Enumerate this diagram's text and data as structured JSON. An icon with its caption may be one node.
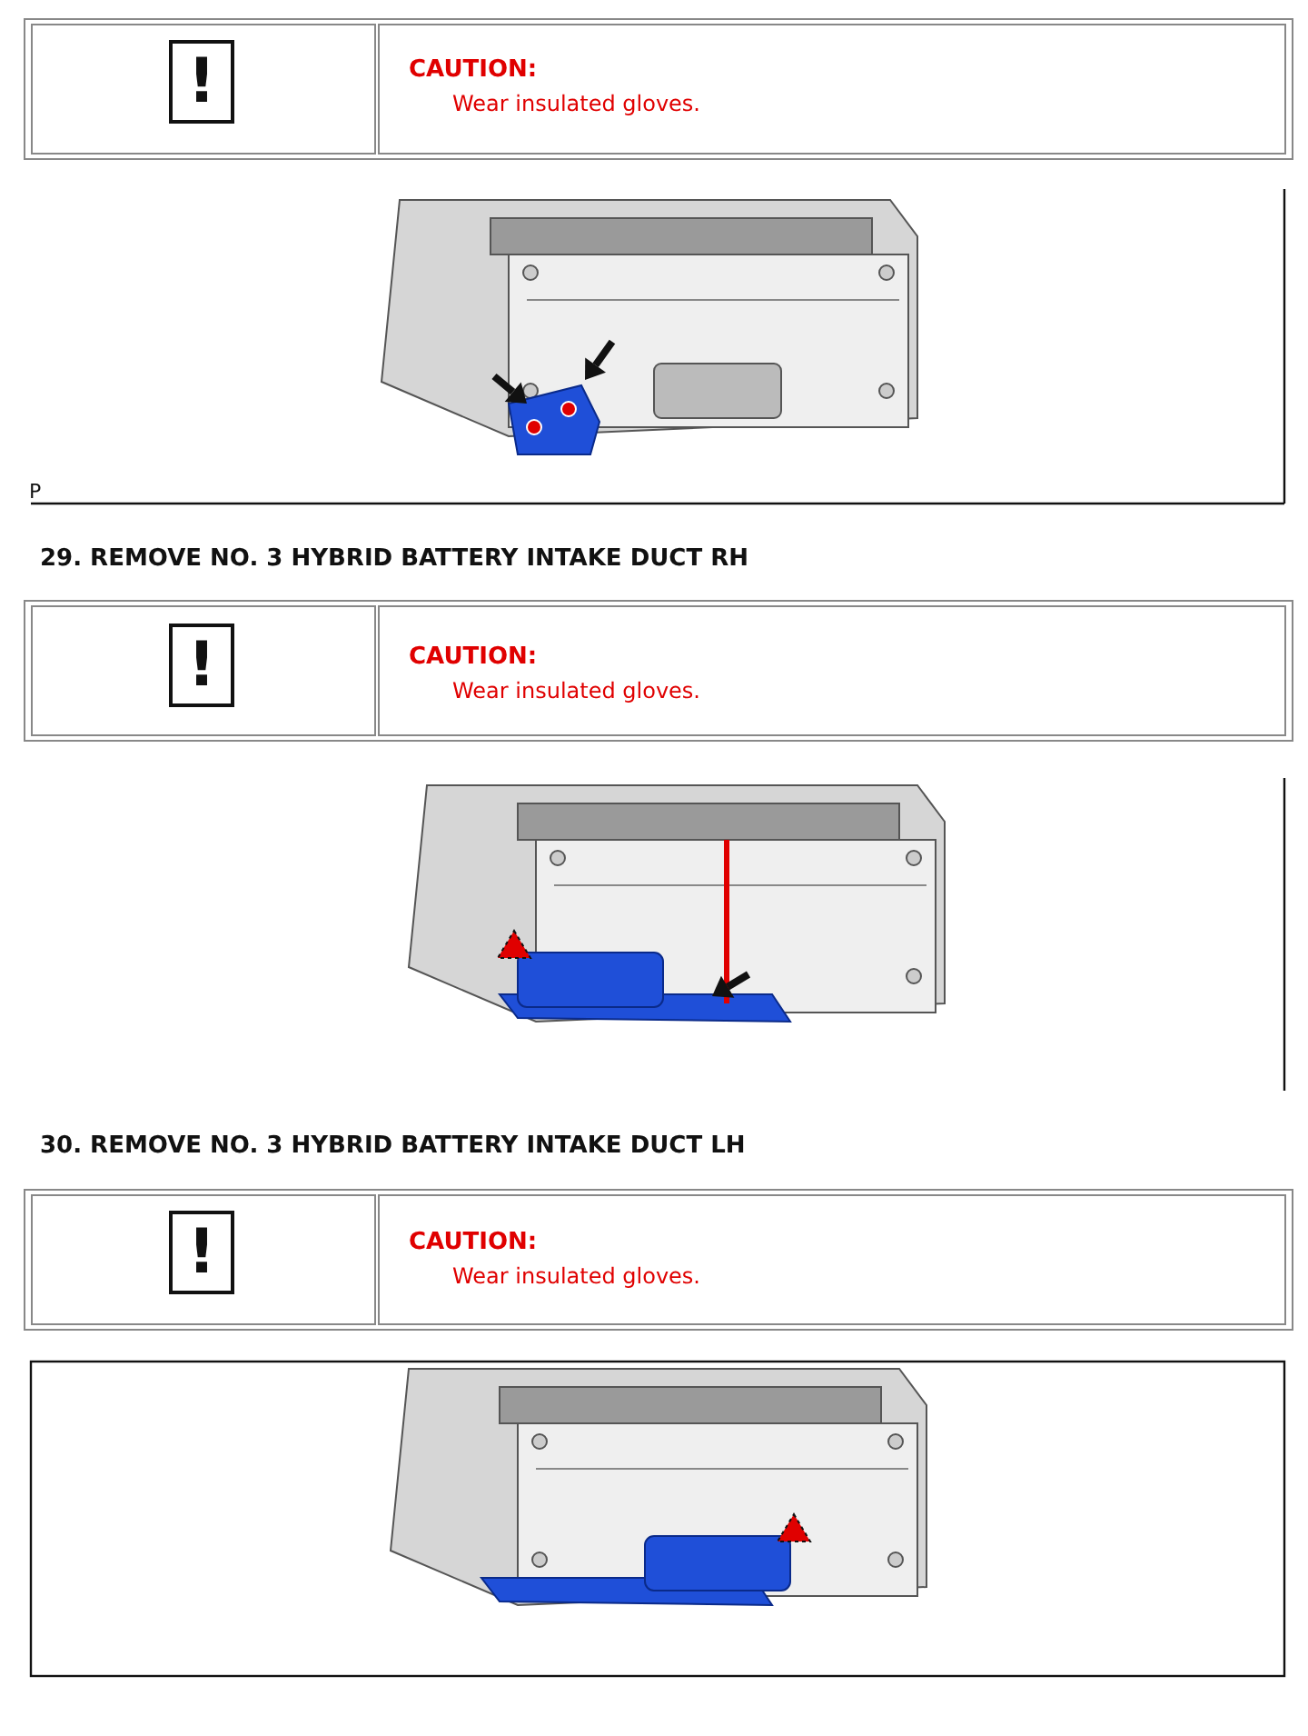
{
  "diagram": {
    "labels": [
      "!",
      "CAUTION:",
      "Wear insulated gloves.",
      "P",
      "29. REMOVE NO. 3 HYBRID BATTERY INTAKE DUCT RH",
      "!",
      "CAUTION:",
      "Wear insulated gloves.",
      "30. REMOVE NO. 3 HYBRID BATTERY INTAKE DUCT LH",
      "!",
      "CAUTION:",
      "Wear insulated gloves."
    ]
  }
}
